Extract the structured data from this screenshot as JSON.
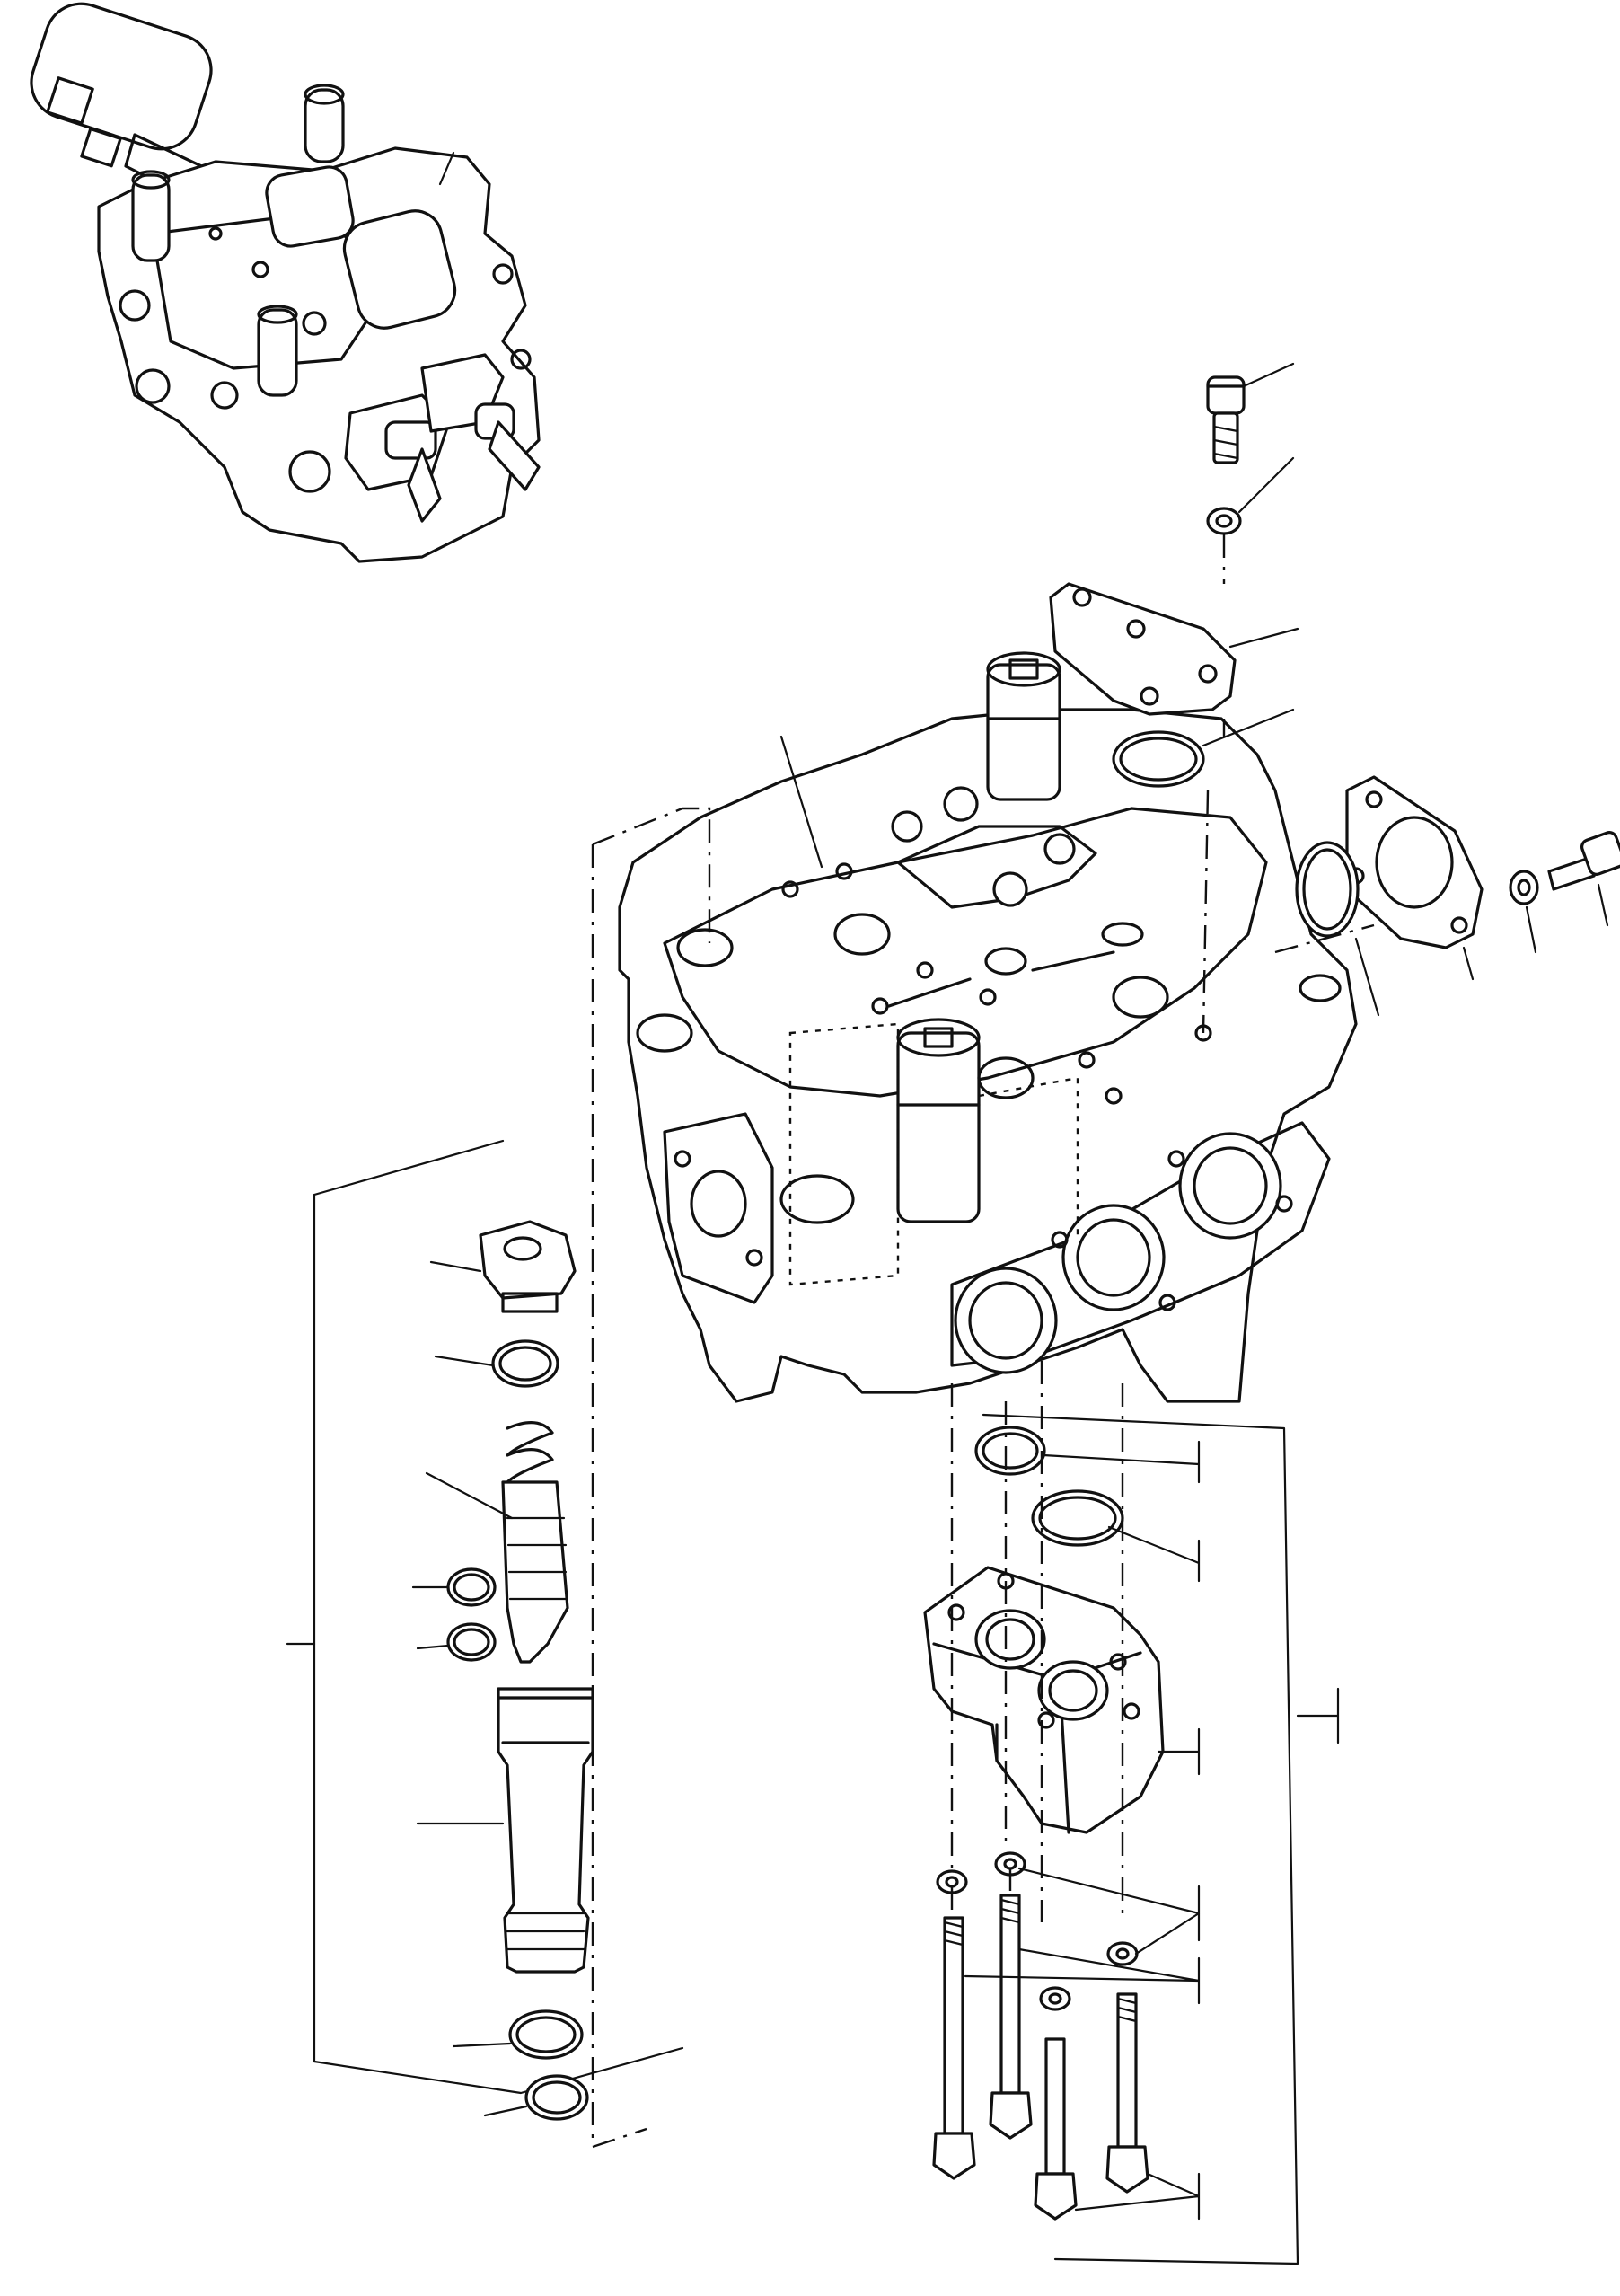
{
  "diagram": {
    "kind": "exploded-parts-drawing",
    "components": [
      "valve-assembly-overview",
      "valve-body",
      "cover-plate",
      "flange-plate",
      "relief-valve-cartridge",
      "end-block",
      "through-bolts"
    ],
    "labels": []
  }
}
